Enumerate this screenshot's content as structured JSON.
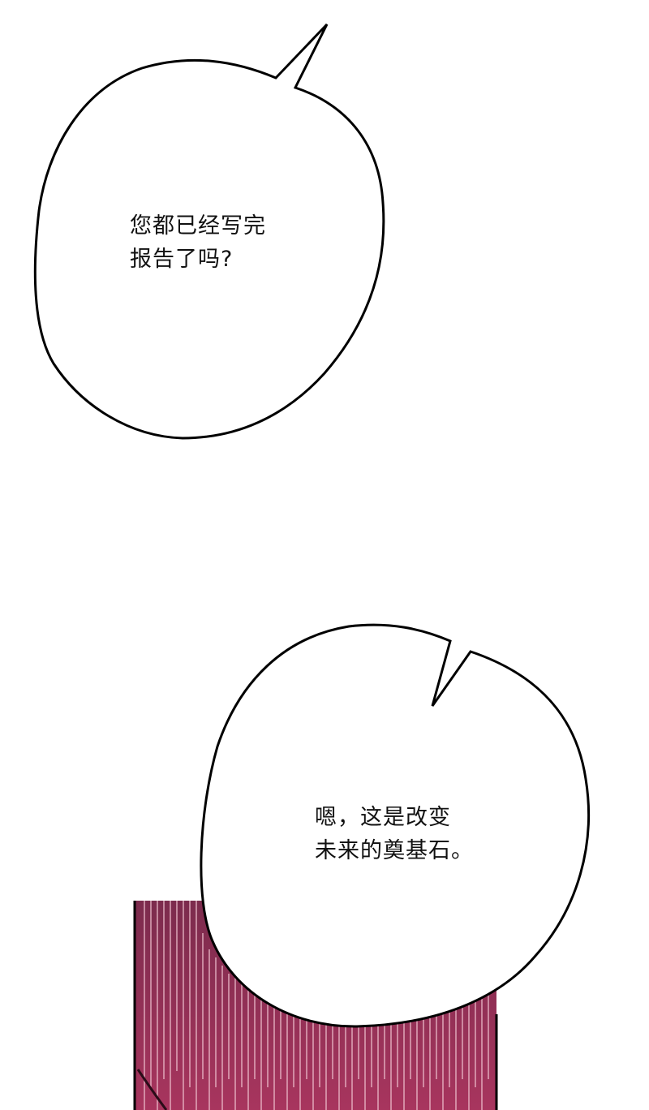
{
  "comic": {
    "bubbles": [
      {
        "speaker": "upper",
        "lines": [
          "您都已经写完",
          "报告了吗?"
        ]
      },
      {
        "speaker": "lower",
        "lines": [
          "嗯，这是改变",
          "未来的奠基石。"
        ]
      }
    ],
    "colors": {
      "background": "#ffffff",
      "bubble_fill": "#ffffff",
      "bubble_stroke": "#000000",
      "speed_lines": "#9e2f55",
      "block_fill": "#a3325a"
    }
  }
}
